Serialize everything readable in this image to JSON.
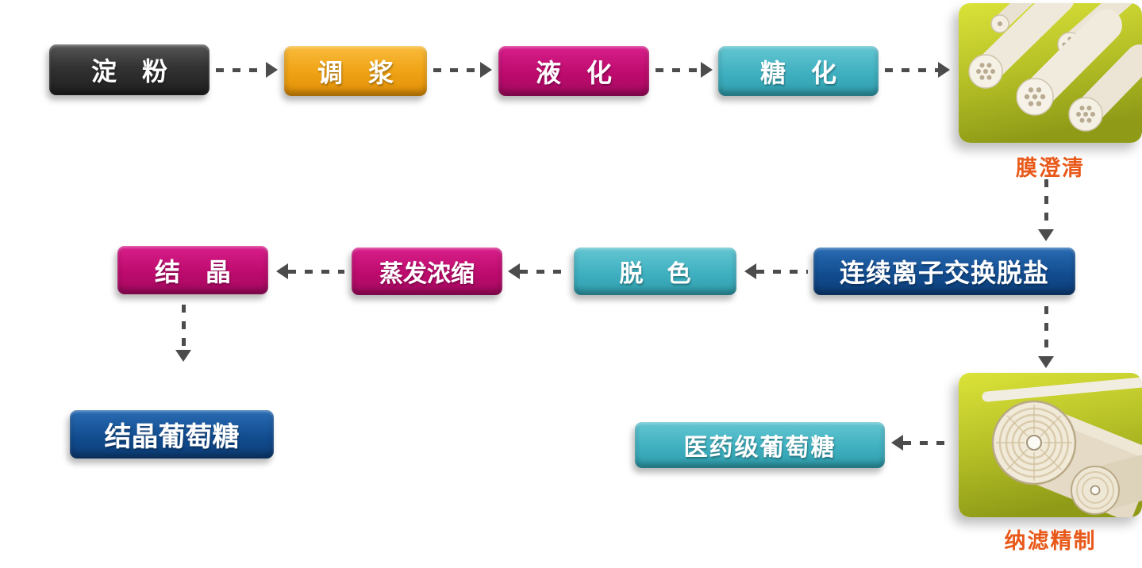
{
  "nodes": {
    "starch": {
      "label": "淀　粉",
      "color": "#333333"
    },
    "slurry": {
      "label": "调　浆",
      "color": "#f0a316"
    },
    "liquefaction": {
      "label": "液　化",
      "color": "#bd0b6d"
    },
    "saccharification": {
      "label": "糖　化",
      "color": "#3fb0c0"
    },
    "ion_exchange": {
      "label": "连续离子交换脱盐",
      "color": "#124d90"
    },
    "decolorization": {
      "label": "脱　色",
      "color": "#3fb0c0"
    },
    "evaporation": {
      "label": "蒸发浓缩",
      "color": "#bd0b6d"
    },
    "crystallization": {
      "label": "结　晶",
      "color": "#bd0b6d"
    },
    "crystalline_glucose": {
      "label": "结晶葡萄糖",
      "color": "#124d90"
    },
    "pharma_glucose": {
      "label": "医药级葡萄糖",
      "color": "#3fb0c0"
    }
  },
  "captions": {
    "membrane_clarification": {
      "label": "膜澄清",
      "color": "#e8591a"
    },
    "nanofiltration": {
      "label": "纳滤精制",
      "color": "#e8591a"
    }
  },
  "images": {
    "membrane_clarification": {
      "content": "ceramic-membrane-tubes-photo",
      "bg_color": "#b4bf26"
    },
    "nanofiltration": {
      "content": "spiral-wound-membrane-modules-photo",
      "bg_color": "#b4bf26"
    }
  },
  "style": {
    "arrow_color": "#4c4c4c",
    "background": "#ffffff"
  }
}
